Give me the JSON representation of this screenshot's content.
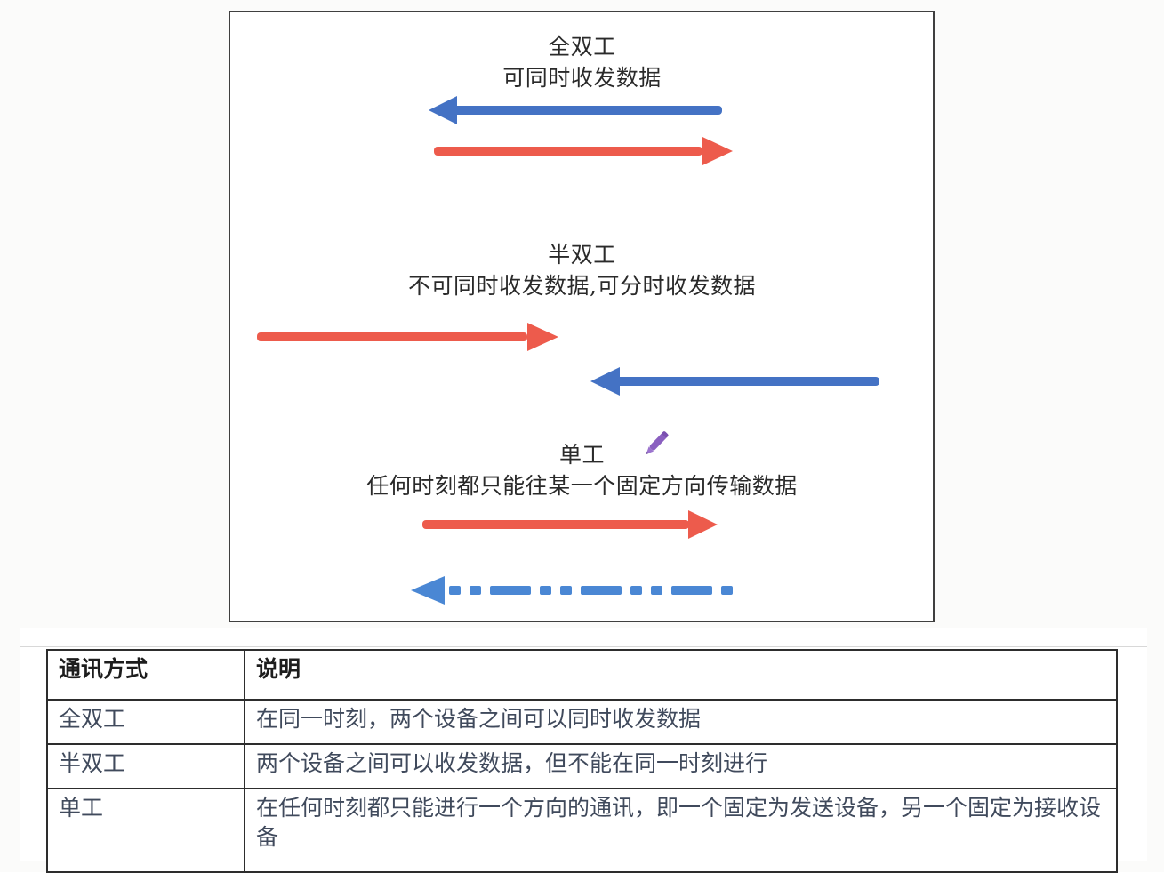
{
  "diagram": {
    "sections": [
      {
        "id": "full-duplex",
        "title": "全双工",
        "subtitle": "可同时收发数据",
        "arrows": [
          {
            "name": "full-duplex-blue-arrow",
            "color": "#4472C4",
            "direction": "left",
            "style": "solid"
          },
          {
            "name": "full-duplex-red-arrow",
            "color": "#ED5B4C",
            "direction": "right",
            "style": "solid"
          }
        ]
      },
      {
        "id": "half-duplex",
        "title": "半双工",
        "subtitle": "不可同时收发数据,可分时收发数据",
        "arrows": [
          {
            "name": "half-duplex-red-arrow",
            "color": "#ED5B4C",
            "direction": "right",
            "style": "solid"
          },
          {
            "name": "half-duplex-blue-arrow",
            "color": "#4472C4",
            "direction": "left",
            "style": "solid"
          }
        ]
      },
      {
        "id": "simplex",
        "title": "单工",
        "subtitle": "任何时刻都只能往某一个固定方向传输数据",
        "arrows": [
          {
            "name": "simplex-red-arrow",
            "color": "#ED5B4C",
            "direction": "right",
            "style": "solid"
          },
          {
            "name": "simplex-blue-arrow",
            "color": "#4A87D4",
            "direction": "left",
            "style": "dash-dot-dot"
          }
        ]
      }
    ],
    "cursor": {
      "name": "pen-cursor",
      "color": "#8A5FC0"
    }
  },
  "table": {
    "headers": [
      "通讯方式",
      "说明"
    ],
    "rows": [
      {
        "mode": "全双工",
        "desc": "在同一时刻，两个设备之间可以同时收发数据"
      },
      {
        "mode": "半双工",
        "desc": "两个设备之间可以收发数据，但不能在同一时刻进行"
      },
      {
        "mode": "单工",
        "desc": "在任何时刻都只能进行一个方向的通讯，即一个固定为发送设备，另一个固定为接收设备"
      }
    ]
  },
  "colors": {
    "blue": "#4472C4",
    "red": "#ED5B4C",
    "dashed_blue": "#4A87D4",
    "pen": "#8A5FC0",
    "frame_border": "#3f3f3f",
    "table_border": "#2d2d2d",
    "table_text": "#404a5c"
  }
}
